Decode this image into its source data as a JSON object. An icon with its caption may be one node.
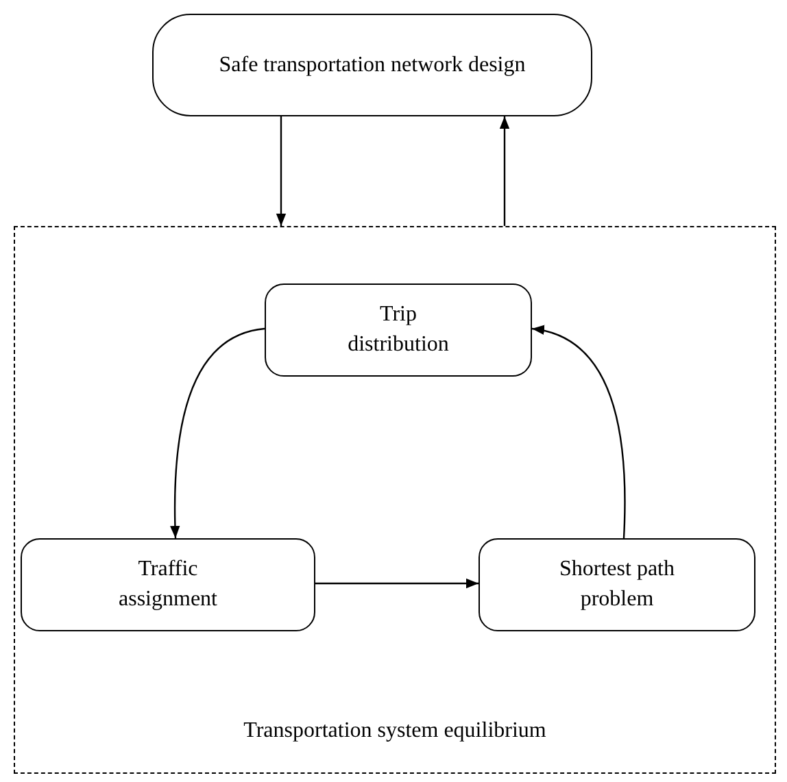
{
  "diagram": {
    "nodes": [
      {
        "text": [
          "Safe transportation network design"
        ]
      },
      {
        "text": [
          "Transportation system equilibrium"
        ]
      },
      {
        "text": [
          "Trip distribution"
        ],
        "in": 1
      },
      {
        "text": [
          "Traffic assignment"
        ],
        "in": 1
      },
      {
        "text": [
          "Shortest path problem"
        ],
        "in": 1
      }
    ],
    "edges": [
      {
        "from": 0,
        "to": 1,
        "arrow": "to"
      },
      {
        "from": 1,
        "to": 0,
        "arrow": "to"
      },
      {
        "from": 2,
        "to": 3,
        "arrow": "to"
      },
      {
        "from": 3,
        "to": 4,
        "arrow": "to"
      },
      {
        "from": 4,
        "to": 2,
        "arrow": "to"
      }
    ]
  }
}
